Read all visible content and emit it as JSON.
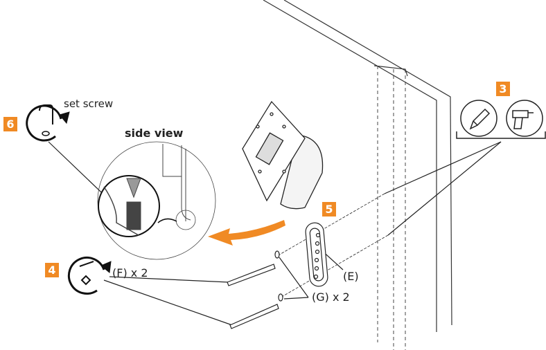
{
  "steps": {
    "step3": "3",
    "step4": "4",
    "step5": "5",
    "step6": "6"
  },
  "labels": {
    "set_screw": "set screw",
    "side_view": "side view",
    "part_f": "(F) x 2",
    "part_g": "(G) x 2",
    "part_e": "(E)"
  },
  "icons": [
    "hex-key-rotate-icon",
    "wrench-rotate-icon",
    "pencil-icon",
    "drill-icon",
    "arrow-icon"
  ],
  "colors": {
    "accent": "#f08a24",
    "line": "#222222"
  }
}
